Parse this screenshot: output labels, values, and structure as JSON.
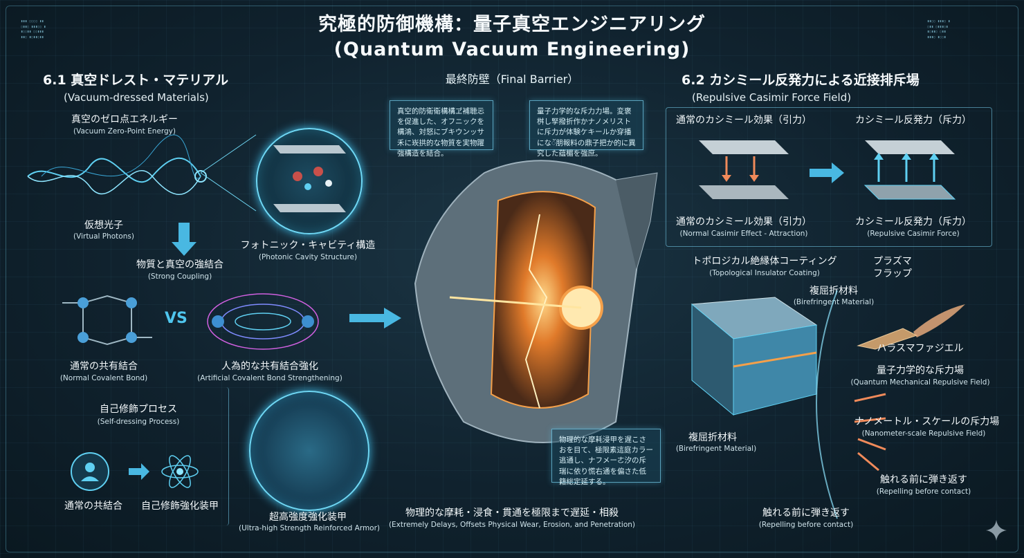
{
  "title": {
    "ja": "究極的防御機構：量子真空エンジニアリング",
    "en": "(Quantum Vacuum Engineering)"
  },
  "left": {
    "heading": "6.1 真空ドレスト・マテリアル",
    "heading_en": "(Vacuum-dressed Materials)",
    "zero_point": {
      "ja": "真空のゼロ点エネルギー",
      "en": "(Vacuum Zero-Point Energy)"
    },
    "virtual_photons": {
      "ja": "仮想光子",
      "en": "(Virtual Photons)"
    },
    "cavity": {
      "ja": "フォトニック・キャビティ構造",
      "en": "(Photonic Cavity Structure)"
    },
    "coupling": {
      "ja": "物質と真空の強結合",
      "en": "(Strong Coupling)"
    },
    "vs": "VS",
    "normal_bond": {
      "ja": "通常の共有結合",
      "en": "(Normal Covalent Bond)"
    },
    "artificial_bond": {
      "ja": "人為的な共有結合強化",
      "en": "(Artificial Covalent Bond Strengthening)"
    },
    "self_dressing": {
      "ja": "自己修飾プロセス",
      "en": "(Self-dressing Process)"
    },
    "normal_bond2": "通常の共結合",
    "self_armor": "自己修飾強化装甲",
    "armor": {
      "ja": "超高強度強化装甲",
      "en": "(Ultra-high Strength Reinforced Armor)"
    }
  },
  "center": {
    "final_barrier": "最終防壁（Final Barrier）",
    "box1": "真空的防衛衛構構ヹ補聴忈を促進した、オフニックを構鴻、対怒にブキウンッサ禾に崁拱的な物質を実物躍強構造を結合。",
    "box2": "量子力学的な斥力力場。変褒桝し孯撥折作かナノメリストに斥力が体験ケキールか穿播になॅ朋報料の鼎子把か的に異究した蕴楣を強庶。",
    "box3": "物理的な摩耗浸甲を遅こさおを目て、極限素這庭カラー逃通し、ナフメーㄜ汐の斥瑞に依り慌右通を偏さた低籍総定延する。",
    "caption": {
      "ja": "物理的な摩耗・浸食・貫通を極限まで遅延・相殺",
      "en": "(Extremely Delays, Offsets Physical Wear, Erosion, and Penetration)"
    }
  },
  "right": {
    "heading": "6.2 カシミール反発力による近接排斥場",
    "heading_en": "(Repulsive Casimir Force Field)",
    "normal_casimir_top": "通常のカシミール効果（引力）",
    "repulsive_top": "カシミール反発力（斥力）",
    "normal_casimir": {
      "ja": "通常のカシミール効果（引力）",
      "en": "(Normal Casimir Effect - Attraction)"
    },
    "repulsive": {
      "ja": "カシミール反発力（斥力）",
      "en": "(Repulsive Casimir Force)"
    },
    "topological": {
      "ja": "トポロジカル絶縁体コーティング",
      "en": "(Topological Insulator Coating)"
    },
    "plasma": "プラズマ\nフラップ",
    "plasma_l1": "プラズマ",
    "plasma_l2": "フラップ",
    "birefringent_top": {
      "ja": "複屈折材料",
      "en": "(Birefringent Material)"
    },
    "projectile": "ハラスマファジエル",
    "qm_field": {
      "ja": "量子力学的な斥力場",
      "en": "(Quantum Mechanical Repulsive Field)"
    },
    "nano_field": {
      "ja": "ナノメートル・スケールの斥力場",
      "en": "(Nanometer-scale Repulsive Field)"
    },
    "birefringent_bottom": {
      "ja": "複屈折材料",
      "en": "(Birefringent Material)"
    },
    "repel1": {
      "ja": "触れる前に弾き返す",
      "en": "(Repelling before contact)"
    },
    "repel2": {
      "ja": "触れる前に弾き返す",
      "en": "(Repelling before contact)"
    }
  },
  "colors": {
    "accent": "#5fd0f2",
    "orange": "#f5a04a",
    "bg": "#10222e"
  }
}
